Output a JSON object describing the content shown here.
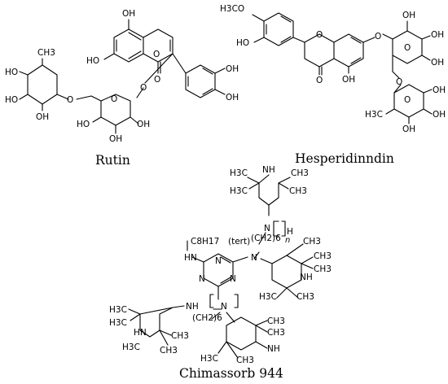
{
  "figure": {
    "captions": {
      "rutin": "Rutin",
      "hesperidin": "Hesperidinndin",
      "chimassorb": "Chimassorb 944"
    },
    "atom_labels": {
      "oh": "OH",
      "ho": "HO",
      "o": "O",
      "n": "N",
      "h": "H",
      "nh": "NH",
      "hn": "HN",
      "h3co": "H3CO",
      "h3c": "H3C",
      "ch3": "CH3",
      "c8h17": "C8H17",
      "tert": "(tert)",
      "ch2": "(CH2)6",
      "n_index": "n"
    },
    "colors": {
      "ink": "#000000",
      "background": "#ffffff"
    }
  }
}
